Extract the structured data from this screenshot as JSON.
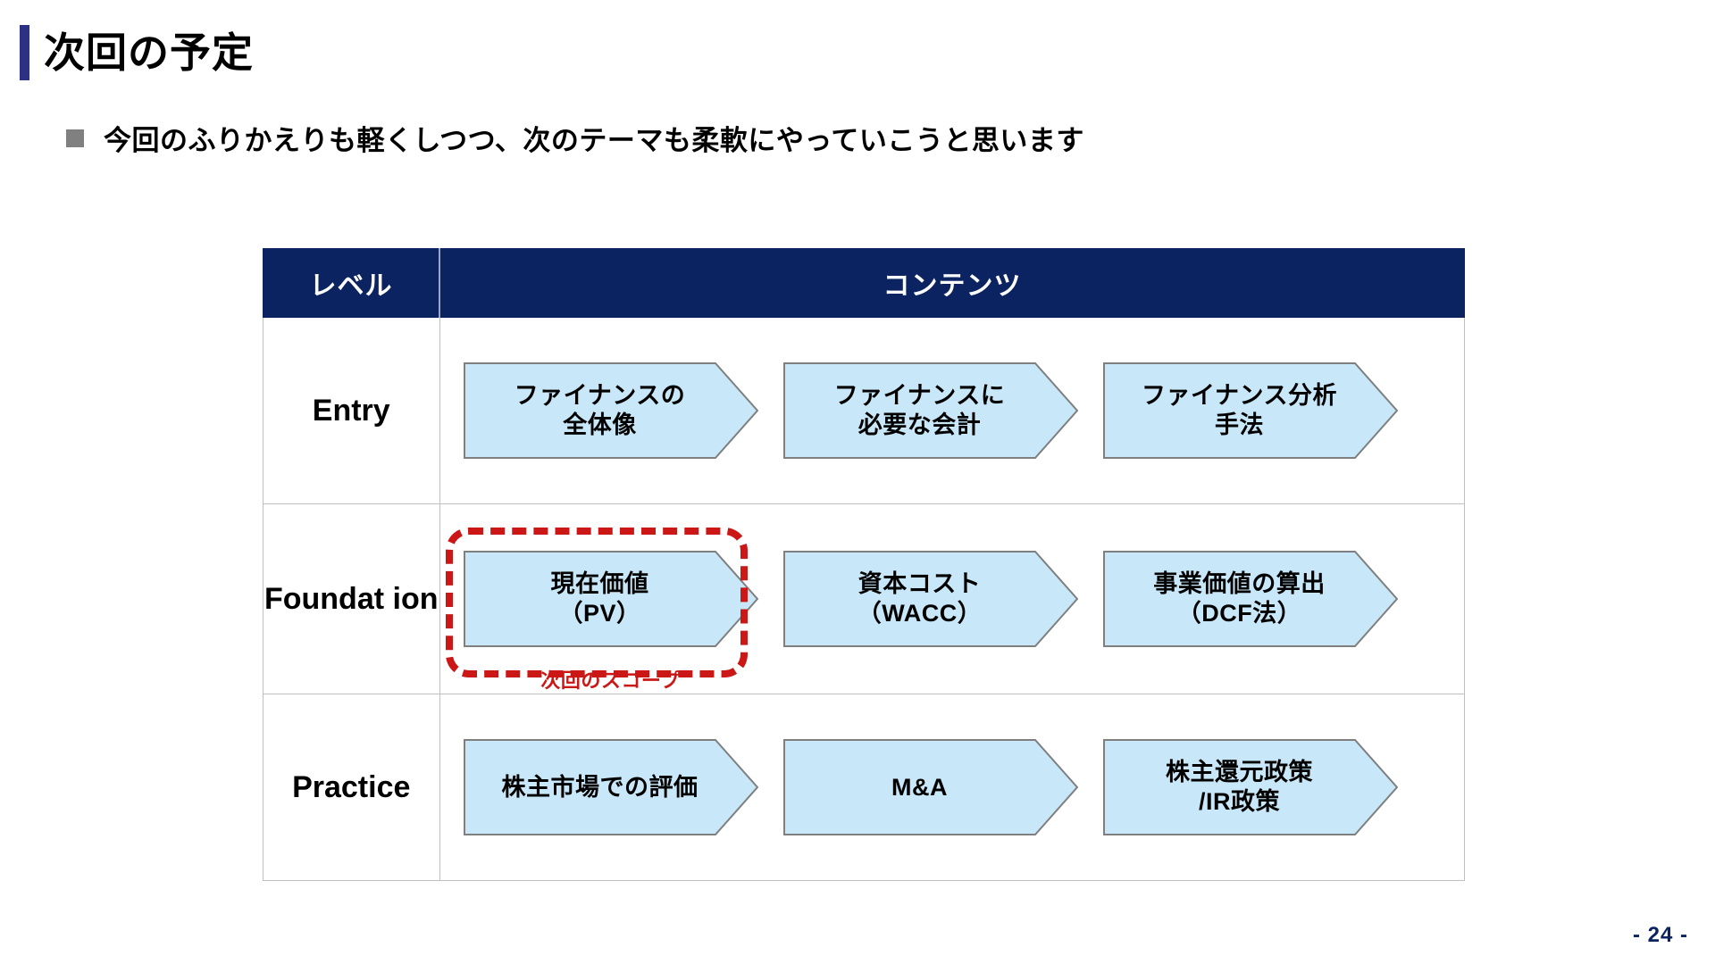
{
  "slide": {
    "title": "次回の予定",
    "bullet": "今回のふりかえりも軽くしつつ、次のテーマも柔軟にやっていこうと思います",
    "page_number": "- 24 -",
    "accent_color": "#2d3087",
    "header_color": "#0b2360",
    "chevron_fill": "#c8e7f8",
    "chevron_border": "#7f7f7f",
    "highlight_color": "#cc1717"
  },
  "table": {
    "headers": {
      "level": "レベル",
      "contents": "コンテンツ"
    },
    "rows": [
      {
        "level": "Entry",
        "items": [
          {
            "label": "ファイナンスの\n全体像"
          },
          {
            "label": "ファイナンスに\n必要な会計"
          },
          {
            "label": "ファイナンス分析\n手法"
          }
        ]
      },
      {
        "level": "Foundat\nion",
        "items": [
          {
            "label": "現在価値\n（PV）",
            "highlight": "次回のスコープ"
          },
          {
            "label": "資本コスト\n（WACC）"
          },
          {
            "label": "事業価値の算出\n（DCF法）"
          }
        ]
      },
      {
        "level": "Practice",
        "items": [
          {
            "label": "株主市場での評価"
          },
          {
            "label": "M&A"
          },
          {
            "label": "株主還元政策\n/IR政策"
          }
        ]
      }
    ]
  }
}
